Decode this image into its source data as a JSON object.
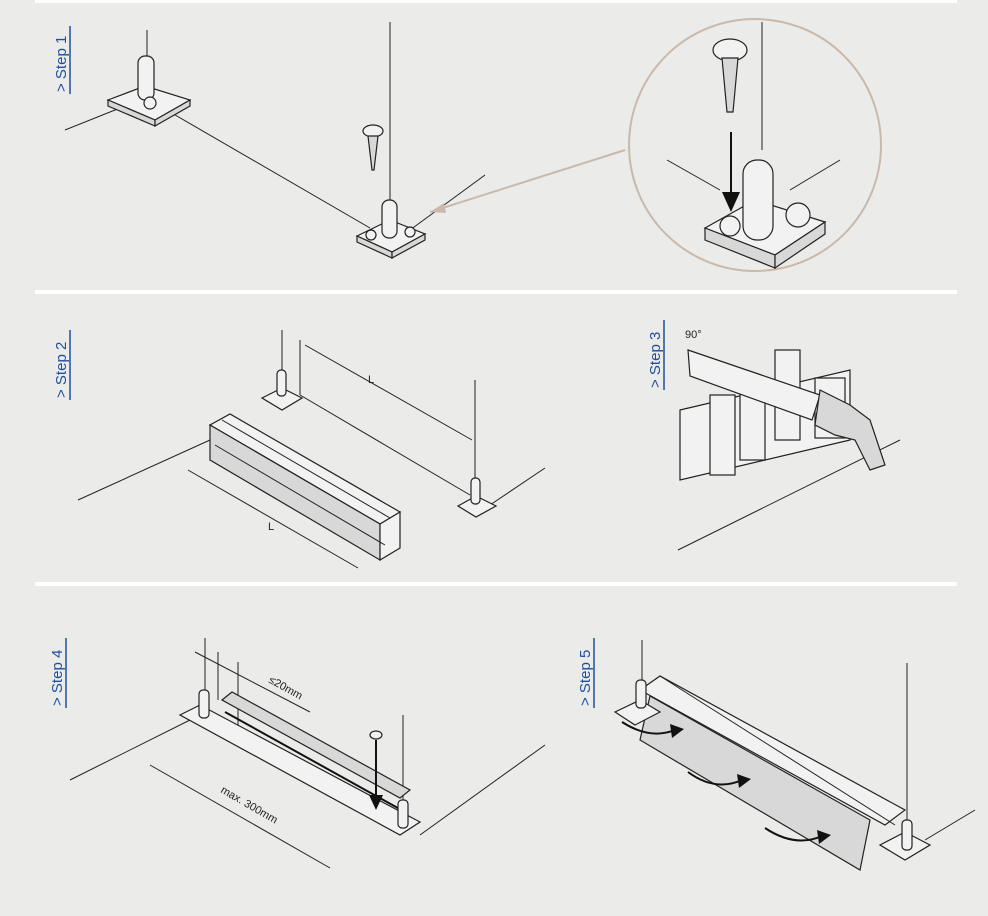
{
  "steps": [
    {
      "label": "> Step 1"
    },
    {
      "label": "> Step 2",
      "dimension_a": "L",
      "dimension_b": "L"
    },
    {
      "label": "> Step 3",
      "angle": "90°"
    },
    {
      "label": "> Step 4",
      "max_spacing": "max. 300mm",
      "end_spacing": "≤20mm"
    },
    {
      "label": "> Step 5"
    }
  ],
  "colors": {
    "background": "#ebebea",
    "step_label": "#1f4e9a",
    "divider": "#ffffff",
    "detail_circle": "#c9b9aa"
  }
}
